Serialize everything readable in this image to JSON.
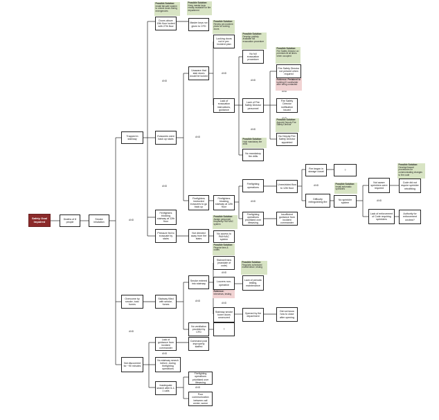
{
  "diagram": {
    "top_event": "Safety Goal Impaired",
    "gate_label": "AND",
    "nodes": {
      "deaths": "Deaths of 8 people",
      "smoke_inhalation": "Smoke inhalation",
      "trapped_stairway": "Trapped in stairway",
      "overcome_smoke": "Overcome by smoke, toxic fumes",
      "not_discovered": "Not discovered for ~90 minutes",
      "door_locked": "Doors above 13th floor locked with 27th floor",
      "master_keys": "Master keys not given to CFD",
      "occupants_went_up": "Evacuees went back up stairs",
      "unaware_locked": "Unaware that stair doors would be locked",
      "locking_doors": "Locking doors not in pre-incident plan",
      "lack_evac": "Lack of evacuation instructions, guidance",
      "no_evac_procedure": "No full evacuation procedure",
      "lack_fsd": "Lack of Fire Safety Director personnel",
      "fsd_not_present": "Fire Safety Director not present when required",
      "fsd_notified": "Fire Safety Director notification issued",
      "no_mandatory_drills": "No mandatory fire drills",
      "no_deputy_fsd": "No Deputy Fire Safety Director appointed",
      "ff_blocking": "Firefighters blocking stairway at 12th floor",
      "ff_instructed": "Firefighters instructed evacuees to go back up",
      "ff_ops": "Firefighting operations",
      "unrestricted_flow": "Unrestricted flow to 12th floor",
      "fire_storage": "Fire began in storage closet",
      "unknown": "?",
      "difficulty_fire": "Difficulty extinguishing fire",
      "no_sprinkler": "No sprinkler system",
      "code_no_retro": "Code did not require sprinkler retrofitting",
      "not_aware_sprinklers": "Not aware sprinklers were required",
      "lack_enforcement": "Lack of enforcement of Code requiring sprinklers",
      "authority_unclear": "Authority for enforcement unclear?",
      "ff_priority": "Firefighting operations prioritized over lifesaving",
      "insufficient_guidance": "Insufficient guidance from incident commander",
      "pressure_evac": "Pressure fed to evacuate by stairs",
      "not_directed": "Not directed away from fire stairs",
      "no_pa": "No access to PA/HVAC system",
      "smoke_stairway": "Smoke entered into stairway",
      "stairway_smoke": "Stairway filled with smoke, fumes",
      "no_vent": "No ventilation provided by CFD",
      "stairwell_fans": "Stairwell fans (mandate of code)",
      "louvers": "Louvers non-operative",
      "lack_testing": "Lack of periodic testing, maintenance",
      "stairway_door": "Stairway smoke tower doors unsecured",
      "opened_by": "Opened by fire department",
      "did_not_know": "Did not know how to close after opening",
      "q": "?",
      "command_post": "Command post improperly staffed",
      "lack_guidance": "Lack of guidance from incident commander",
      "no_search": "No stairway search before, during firefighting operations",
      "inadequate_search": "Inadequate search after 6-1-1 calls",
      "ff_priority2": "Firefighting operations prioritized over lifesaving",
      "poor_comm": "Poor communication between call center, scene"
    },
    "notes": [
      {
        "h": "Possible Solution:",
        "t": "Install fail-safe system to unlock doors during emergencies"
      },
      {
        "h": "Possible Solution:",
        "t": "Keep master keys readily available for fire department"
      },
      {
        "h": "Possible Solution:",
        "t": "Review pre-incident plans for locking doors"
      },
      {
        "h": "Possible Solution:",
        "t": "Develop publicly available full evacuation procedure"
      },
      {
        "h": "Possible Solution:",
        "t": "Fire Safety Director on premises at all times when occupied"
      },
      {
        "h": "Evidence: Pertained to",
        "t": "building ID cardholder after being contacted"
      },
      {
        "h": "Possible Solution:",
        "t": "Appoint Deputy Fire Safety Director"
      },
      {
        "h": "Possible Solution:",
        "t": "Hold mandatory fire drills"
      },
      {
        "h": "Possible Solution:",
        "t": "Install automatic sprinklers"
      },
      {
        "h": "Possible Solution:",
        "t": "Develop/Inward procedures for communicating changes to fire code"
      },
      {
        "h": "Possible Solution:",
        "t": "Assign personnel frequently PA/HVAC system"
      },
      {
        "h": "Possible Solution:",
        "t": "Regular fans & codes"
      },
      {
        "h": "Evidence:",
        "t": "Interviews, testing"
      },
      {
        "h": "Possible Solution:",
        "t": "Regularly scheduled maintenance, testing"
      }
    ]
  }
}
